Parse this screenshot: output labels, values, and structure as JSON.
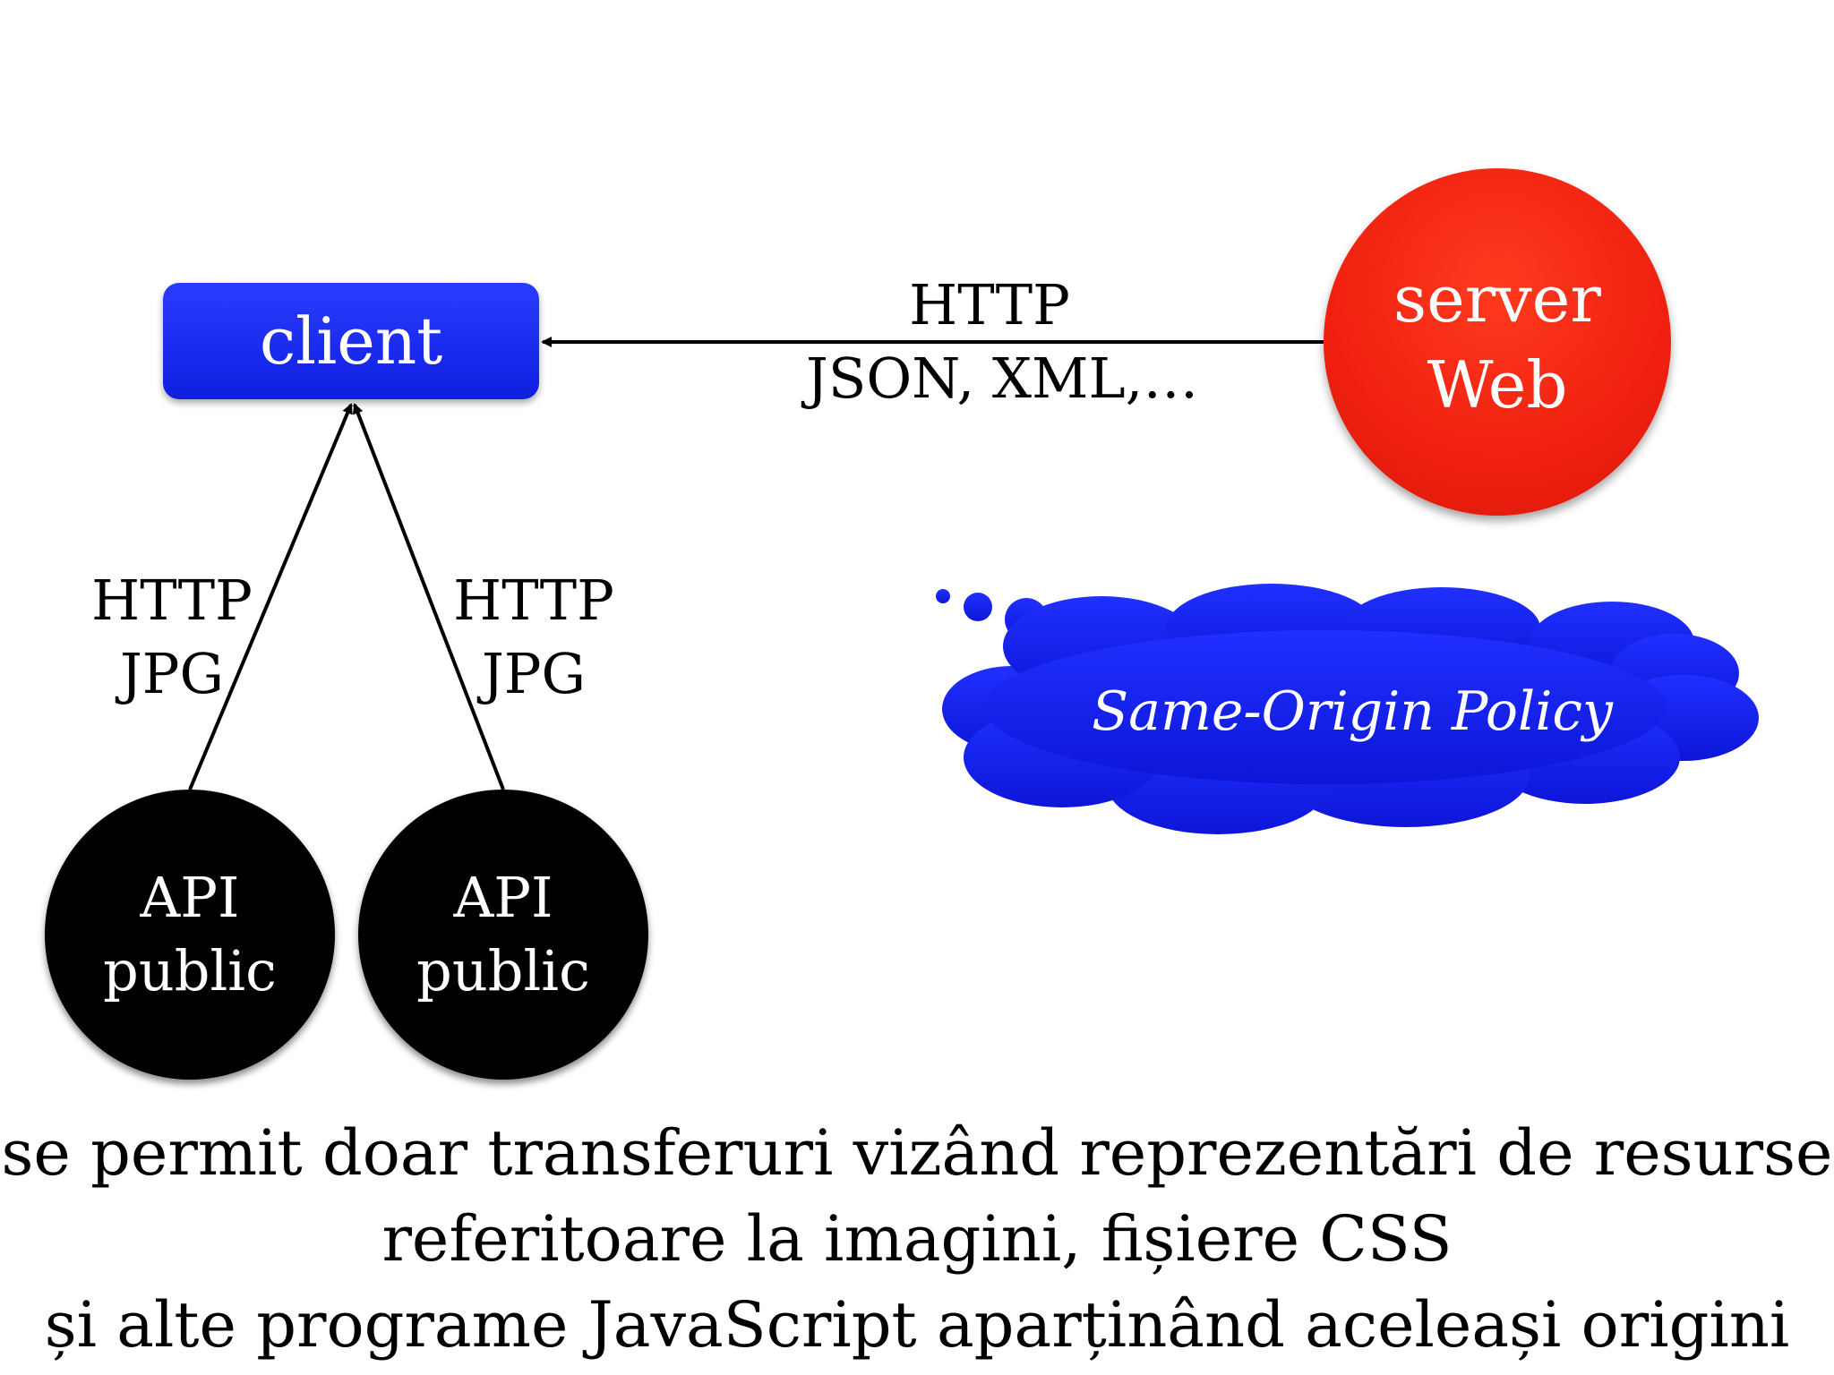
{
  "nodes": {
    "client": {
      "label": "client"
    },
    "server": {
      "line1": "server",
      "line2": "Web"
    },
    "api_left": {
      "line1": "API",
      "line2": "public"
    },
    "api_right": {
      "line1": "API",
      "line2": "public"
    }
  },
  "edges": {
    "server_to_client": {
      "line1": "HTTP",
      "line2": "JSON, XML,…"
    },
    "api_left_to_client": {
      "line1": "HTTP",
      "line2": "JPG"
    },
    "api_right_to_client": {
      "line1": "HTTP",
      "line2": "JPG"
    }
  },
  "cloud": {
    "label": "Same-Origin Policy"
  },
  "caption": {
    "line1": "se permit doar transferuri vizând reprezentări de resurse",
    "line2": "referitoare la imagini, fișiere CSS",
    "line3": "și alte programe JavaScript aparținând aceleași origini"
  },
  "colors": {
    "client": "#1427f5",
    "server": "#f02010",
    "api": "#000000",
    "cloud": "#1a22f0"
  }
}
